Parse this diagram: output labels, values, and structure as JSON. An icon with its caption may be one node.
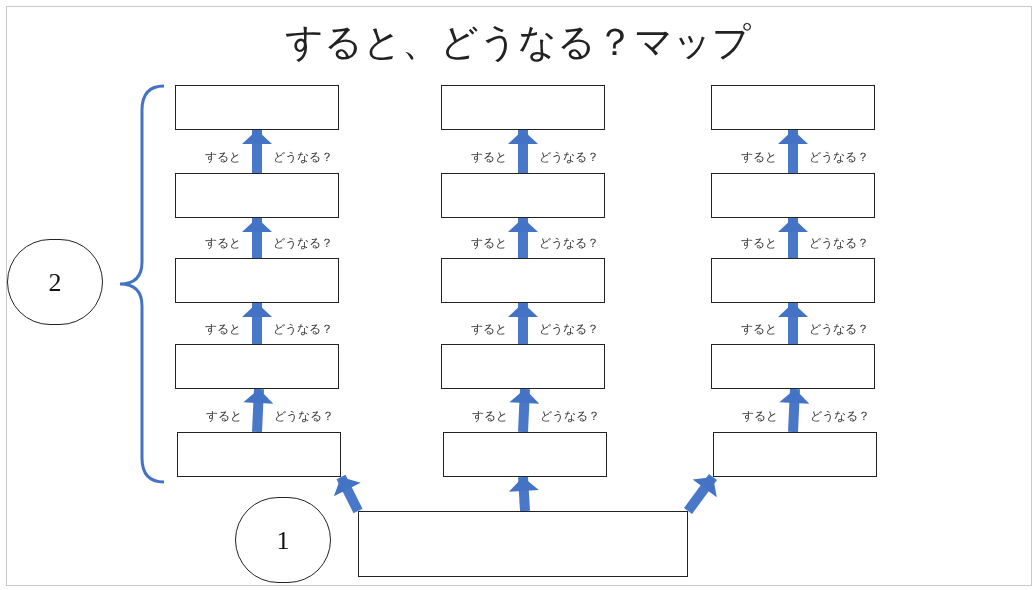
{
  "diagram": {
    "title": "すると、どうなる？マップ",
    "nodes": [
      {
        "text": [],
        "shape": "box"
      },
      {
        "text": [],
        "shape": "box"
      },
      {
        "text": [],
        "shape": "box"
      },
      {
        "text": [],
        "shape": "box"
      },
      {
        "text": [],
        "shape": "box"
      },
      {
        "text": [],
        "shape": "box"
      },
      {
        "text": [],
        "shape": "box"
      },
      {
        "text": [],
        "shape": "box"
      },
      {
        "text": [],
        "shape": "box"
      },
      {
        "text": [],
        "shape": "box"
      },
      {
        "text": [],
        "shape": "box"
      },
      {
        "text": [],
        "shape": "box"
      },
      {
        "text": [],
        "shape": "box"
      },
      {
        "text": [],
        "shape": "box"
      },
      {
        "text": [],
        "shape": "box"
      },
      {
        "text": [
          "2"
        ]
      },
      {
        "text": [
          "1"
        ]
      },
      {
        "text": [],
        "shape": "box"
      }
    ],
    "edges": [
      {
        "from": 3,
        "to": 0,
        "arrow": "to"
      },
      {
        "from": 4,
        "to": 1,
        "arrow": "to"
      },
      {
        "from": 5,
        "to": 2,
        "arrow": "to"
      },
      {
        "from": 6,
        "to": 3,
        "arrow": "to"
      },
      {
        "from": 7,
        "to": 4,
        "arrow": "to"
      },
      {
        "from": 8,
        "to": 5,
        "arrow": "to"
      },
      {
        "from": 9,
        "to": 6,
        "arrow": "to"
      },
      {
        "from": 10,
        "to": 7,
        "arrow": "to"
      },
      {
        "from": 11,
        "to": 8,
        "arrow": "to"
      },
      {
        "from": 12,
        "to": 9,
        "arrow": "to"
      },
      {
        "from": 13,
        "to": 10,
        "arrow": "to"
      },
      {
        "from": 14,
        "to": 11,
        "arrow": "to"
      },
      {
        "from": 17,
        "to": 12,
        "arrow": "to"
      },
      {
        "from": 17,
        "to": 13,
        "arrow": "to"
      },
      {
        "from": 17,
        "to": 14,
        "arrow": "to"
      }
    ],
    "labels": [
      "すると",
      "どうなる？",
      "すると",
      "どうなる？",
      "すると",
      "どうなる？",
      "すると",
      "どうなる？",
      "すると",
      "どうなる？",
      "すると",
      "どうなる？",
      "すると",
      "どうなる？",
      "すると",
      "どうなる？",
      "すると",
      "どうなる？",
      "すると",
      "どうなる？",
      "すると",
      "どうなる？",
      "すると",
      "どうなる？"
    ]
  }
}
